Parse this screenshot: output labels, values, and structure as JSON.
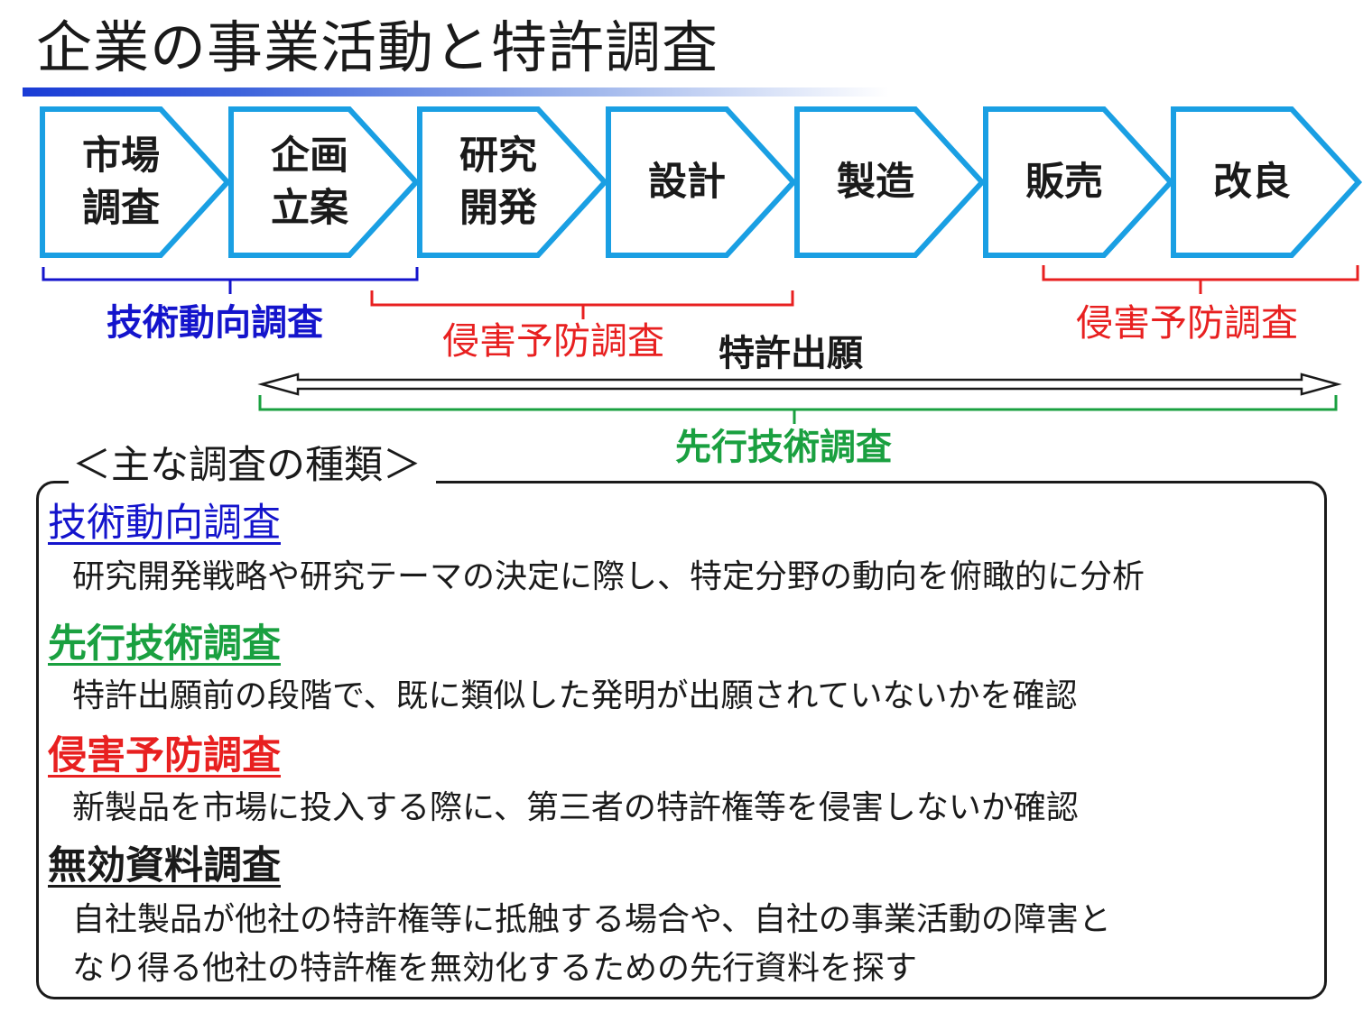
{
  "title": "企業の事業活動と特許調査",
  "colors": {
    "arrow_border": "#1a9fe3",
    "blue": "#1414cc",
    "red": "#e82020",
    "green": "#1aa040",
    "black": "#1a1a1a"
  },
  "stages": [
    {
      "line1": "市場",
      "line2": "調査"
    },
    {
      "line1": "企画",
      "line2": "立案"
    },
    {
      "line1": "研究",
      "line2": "開発"
    },
    {
      "line1": "設計",
      "line2": ""
    },
    {
      "line1": "製造",
      "line2": ""
    },
    {
      "line1": "販売",
      "line2": ""
    },
    {
      "line1": "改良",
      "line2": ""
    }
  ],
  "timeline": {
    "tech_trend": "技術動向調査",
    "infringement_left": "侵害予防調査",
    "patent_filing": "特許出願",
    "infringement_right": "侵害予防調査",
    "prior_art": "先行技術調査"
  },
  "reference": {
    "heading": "＜主な調査の種類＞",
    "items": [
      {
        "term": "技術動向調査",
        "desc": [
          "研究開発戦略や研究テーマの決定に際し、特定分野の動向を俯瞰的に分析"
        ]
      },
      {
        "term": "先行技術調査",
        "desc": [
          "特許出願前の段階で、既に類似した発明が出願されていないかを確認"
        ]
      },
      {
        "term": "侵害予防調査",
        "desc": [
          "新製品を市場に投入する際に、第三者の特許権等を侵害しないか確認"
        ]
      },
      {
        "term": "無効資料調査",
        "desc": [
          "自社製品が他社の特許権等に抵触する場合や、自社の事業活動の障害と",
          "なり得る他社の特許権を無効化するための先行資料を探す"
        ]
      }
    ]
  }
}
